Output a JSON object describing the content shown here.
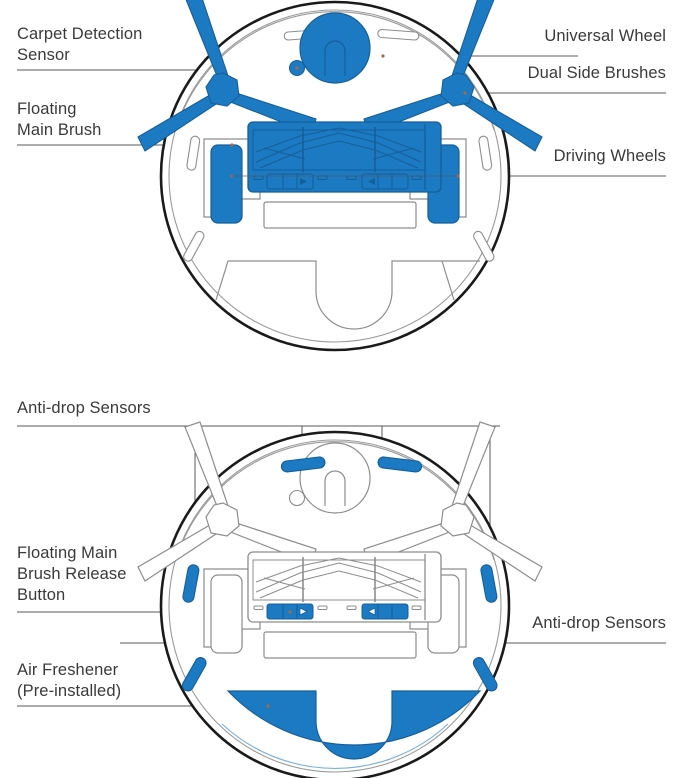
{
  "document": {
    "title": "Robot Vacuum Underside Component Diagram",
    "text_color": "#3a3a3a",
    "accent_blue": "#1c7ac2",
    "outline_dark": "#1a1a1a",
    "outline_light": "#8a8a8a",
    "leader_line_color": "#55585b"
  },
  "diagrams": [
    {
      "id": "top-view",
      "name": "Bottom view with highlighted components",
      "description": "Circular robot vacuum underside, components highlighted in solid blue"
    },
    {
      "id": "bottom-view",
      "name": "Bottom view with sensors highlighted",
      "description": "Circular robot vacuum underside, anti-drop sensors, release buttons and air freshener highlighted in blue"
    }
  ],
  "labels": {
    "top_left": [
      {
        "id": "carpet-detection-sensor",
        "text": "Carpet Detection\nSensor",
        "side": "left"
      },
      {
        "id": "floating-main-brush",
        "text": "Floating\nMain Brush",
        "side": "left"
      }
    ],
    "top_right": [
      {
        "id": "universal-wheel",
        "text": "Universal Wheel",
        "side": "right"
      },
      {
        "id": "dual-side-brushes",
        "text": "Dual Side Brushes",
        "side": "right"
      },
      {
        "id": "driving-wheels",
        "text": "Driving Wheels",
        "side": "right"
      }
    ],
    "bottom_left": [
      {
        "id": "anti-drop-sensors-top",
        "text": "Anti-drop Sensors",
        "side": "left"
      },
      {
        "id": "floating-main-brush-release",
        "text": "Floating Main\nBrush Release\nButton",
        "side": "left"
      },
      {
        "id": "air-freshener",
        "text": "Air Freshener\n(Pre-installed)",
        "side": "left"
      }
    ],
    "bottom_right": [
      {
        "id": "anti-drop-sensors-right",
        "text": "Anti-drop Sensors",
        "side": "right"
      }
    ]
  },
  "components": {
    "universal_wheel": "Universal Wheel",
    "carpet_sensor": "Carpet Detection Sensor",
    "side_brush_left": "Left Side Brush",
    "side_brush_right": "Right Side Brush",
    "main_brush": "Floating Main Brush",
    "drive_wheel_left": "Left Driving Wheel",
    "drive_wheel_right": "Right Driving Wheel",
    "dustbin": "Dustbin compartment",
    "air_freshener": "Air Freshener (Pre-installed)",
    "release_button_left": "Main Brush Release Button (left)",
    "release_button_right": "Main Brush Release Button (right)",
    "anti_drop_sensors_count": 6
  }
}
